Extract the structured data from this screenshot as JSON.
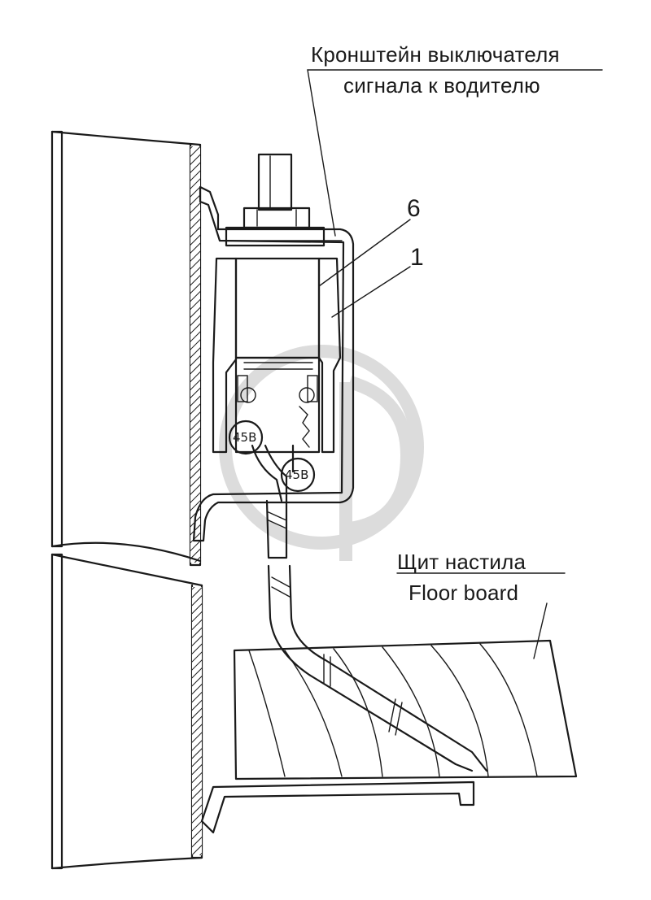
{
  "labels": {
    "bracket": {
      "line1": "Кронштейн выключателя",
      "line2": "сигнала к водителю"
    },
    "floor": {
      "line1": "Щит настила",
      "line2": "Floor board"
    },
    "part_6": "6",
    "part_1": "1",
    "wire_a": "45В",
    "wire_b": "45В"
  }
}
